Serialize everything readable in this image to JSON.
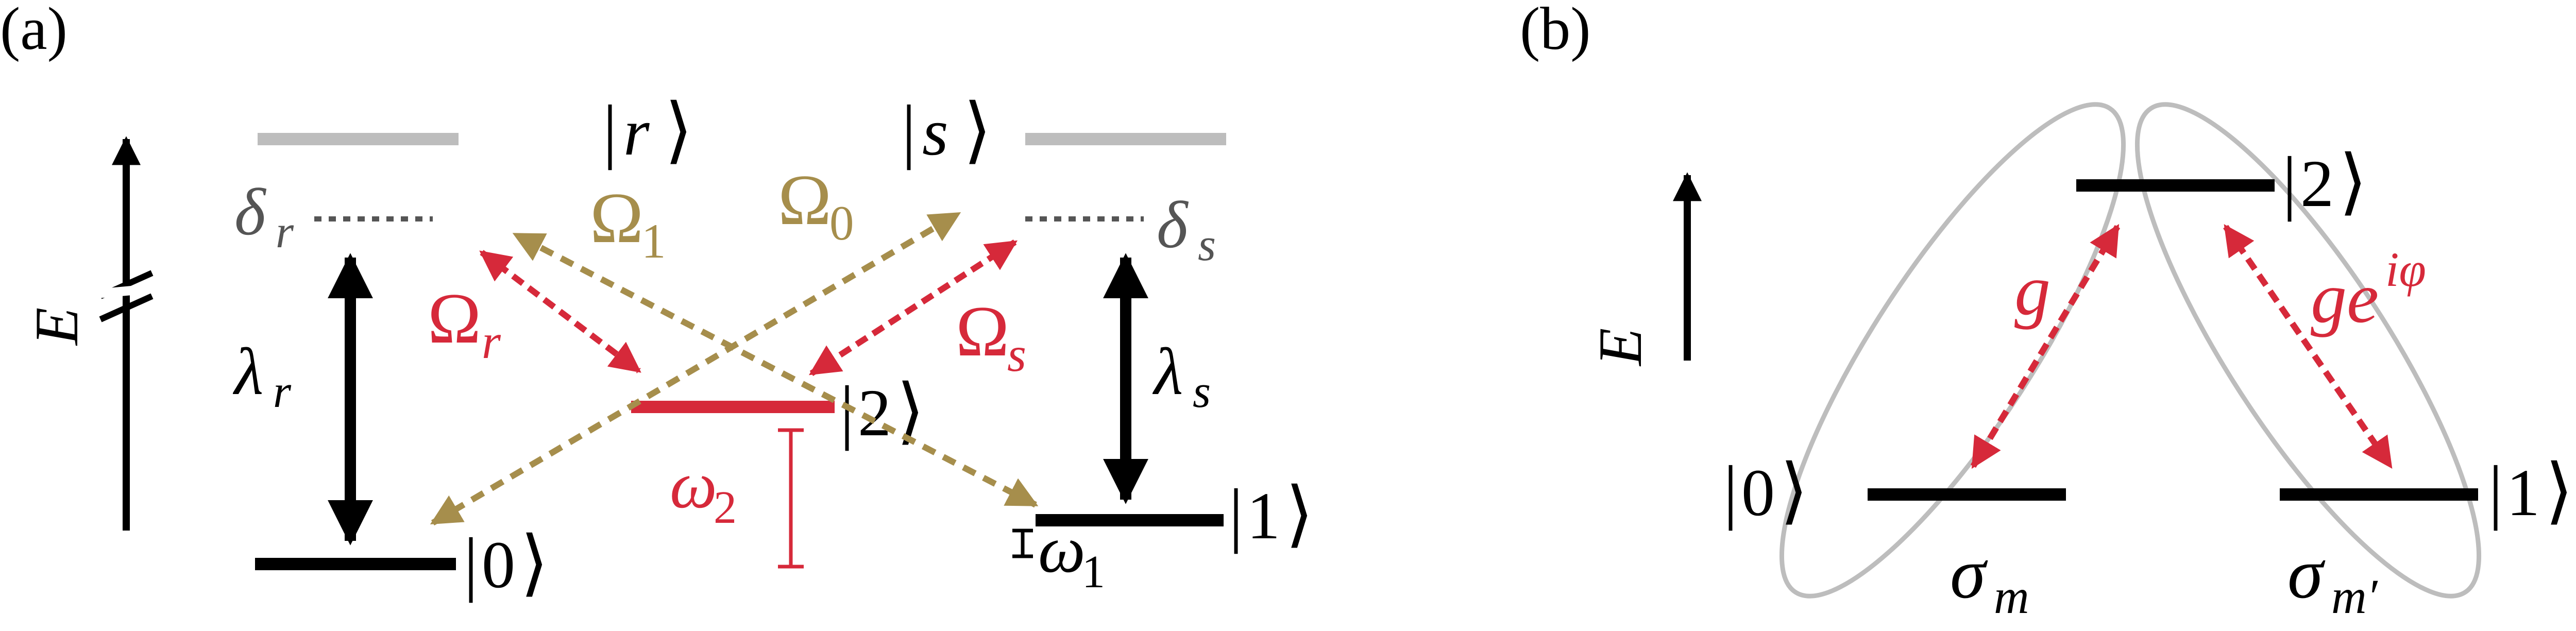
{
  "colors": {
    "black": "#000000",
    "gray": "#bdbdbd",
    "gray_dot": "#555555",
    "red": "#d6293a",
    "gold": "#a68e4c"
  },
  "panel_a": {
    "tag": "(a)",
    "energy_axis": "E",
    "states": {
      "r": "r",
      "s": "s",
      "two": "2",
      "zero": "0",
      "one": "1"
    },
    "detunings": {
      "r": "δ",
      "r_sub": "r",
      "s": "δ",
      "s_sub": "s"
    },
    "lambdas": {
      "r": "λ",
      "r_sub": "r",
      "s": "λ",
      "s_sub": "s"
    },
    "omegas": {
      "Omega1": "Ω",
      "Omega1_sub": "1",
      "Omega0": "Ω",
      "Omega0_sub": "0",
      "Omegar": "Ω",
      "Omegar_sub": "r",
      "Omegas": "Ω",
      "Omegas_sub": "s",
      "w2": "ω",
      "w2_sub": "2",
      "w1": "ω",
      "w1_sub": "1"
    }
  },
  "panel_b": {
    "tag": "(b)",
    "energy_axis": "E",
    "states": {
      "two": "2",
      "zero": "0",
      "one": "1"
    },
    "couplings": {
      "g": "g",
      "ge_base": "ge",
      "ge_exp": "iφ"
    },
    "sigmas": {
      "m": "σ",
      "m_sub": "m",
      "mp": "σ",
      "mp_sub": "m′"
    }
  }
}
